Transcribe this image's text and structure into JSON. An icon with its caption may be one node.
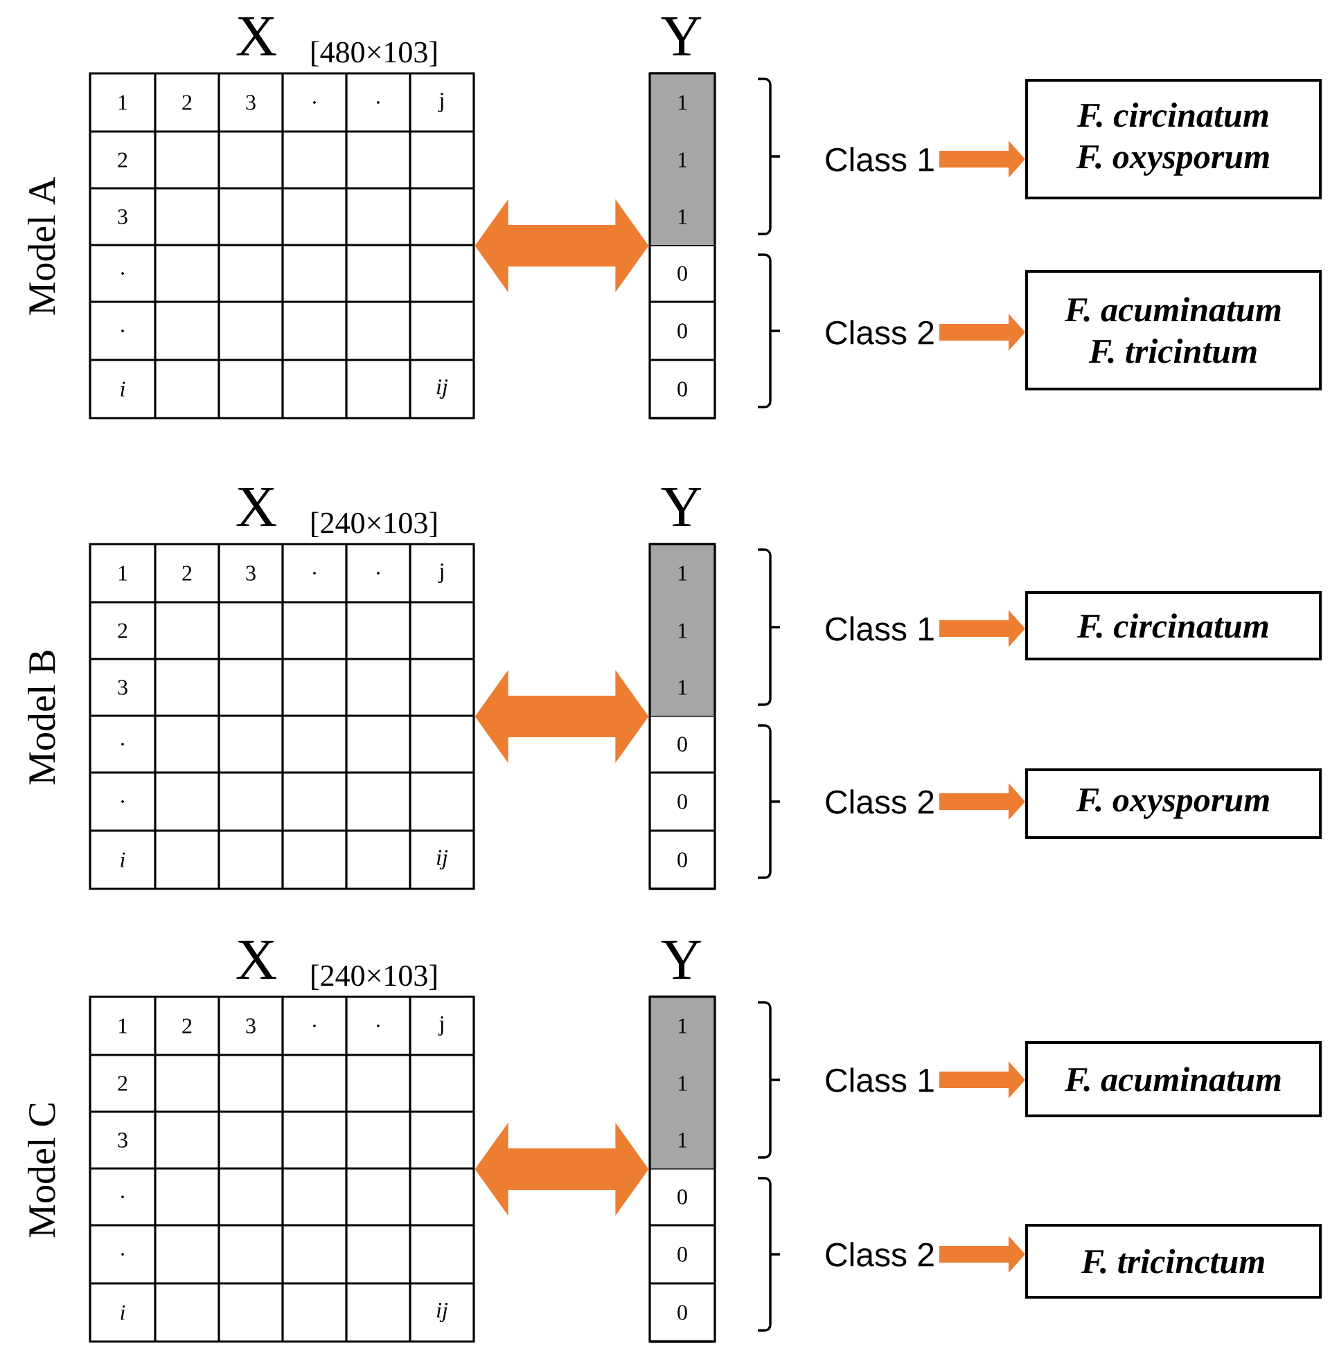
{
  "diagram": {
    "nodes": [
      {
        "text": [
          "X",
          "[480×103]"
        ]
      },
      {
        "text": [
          "Y"
        ]
      },
      {
        "text": [
          "Class 1"
        ]
      },
      {
        "text": [
          "F. circinatum",
          "F. oxysporum"
        ]
      },
      {
        "text": [
          "Class 2"
        ]
      },
      {
        "text": [
          "F. acuminatum",
          "F. tricintum"
        ]
      },
      {
        "text": [
          "X",
          "[240×103]"
        ]
      },
      {
        "text": [
          "Y"
        ]
      },
      {
        "text": [
          "Class 1"
        ]
      },
      {
        "text": [
          "F. circinatum"
        ]
      },
      {
        "text": [
          "Class 2"
        ]
      },
      {
        "text": [
          "F. oxysporum"
        ]
      },
      {
        "text": [
          "X",
          "[240×103]"
        ]
      },
      {
        "text": [
          "Y"
        ]
      },
      {
        "text": [
          "Class 1"
        ]
      },
      {
        "text": [
          "F. acuminatum"
        ]
      },
      {
        "text": [
          "Class 2"
        ]
      },
      {
        "text": [
          "F. tricinctum"
        ]
      }
    ],
    "edges": [
      {
        "from": 0,
        "to": 1,
        "arrow": "both",
        "style": "thick"
      },
      {
        "from": 2,
        "to": 3,
        "arrow": "to"
      },
      {
        "from": 4,
        "to": 5,
        "arrow": "to"
      },
      {
        "from": 6,
        "to": 7,
        "arrow": "both",
        "style": "thick"
      },
      {
        "from": 8,
        "to": 9,
        "arrow": "to"
      },
      {
        "from": 10,
        "to": 11,
        "arrow": "to"
      },
      {
        "from": 12,
        "to": 13,
        "arrow": "both",
        "style": "thick"
      },
      {
        "from": 14,
        "to": 15,
        "arrow": "to"
      },
      {
        "from": 16,
        "to": 17,
        "arrow": "to"
      }
    ],
    "labels": [
      "Model A",
      "1",
      "2",
      "3",
      ".",
      ".",
      "j",
      "2",
      "3",
      ".",
      ".",
      "i",
      "ij",
      "1",
      "1",
      "1",
      "0",
      "0",
      "0",
      "Model B",
      "1",
      "2",
      "3",
      ".",
      ".",
      "j",
      "2",
      "3",
      ".",
      ".",
      "i",
      "ij",
      "1",
      "1",
      "1",
      "0",
      "0",
      "0",
      "Model C",
      "1",
      "2",
      "3",
      ".",
      ".",
      "j",
      "2",
      "3",
      ".",
      ".",
      "i",
      "ij",
      "1",
      "1",
      "1",
      "0",
      "0",
      "0"
    ]
  }
}
